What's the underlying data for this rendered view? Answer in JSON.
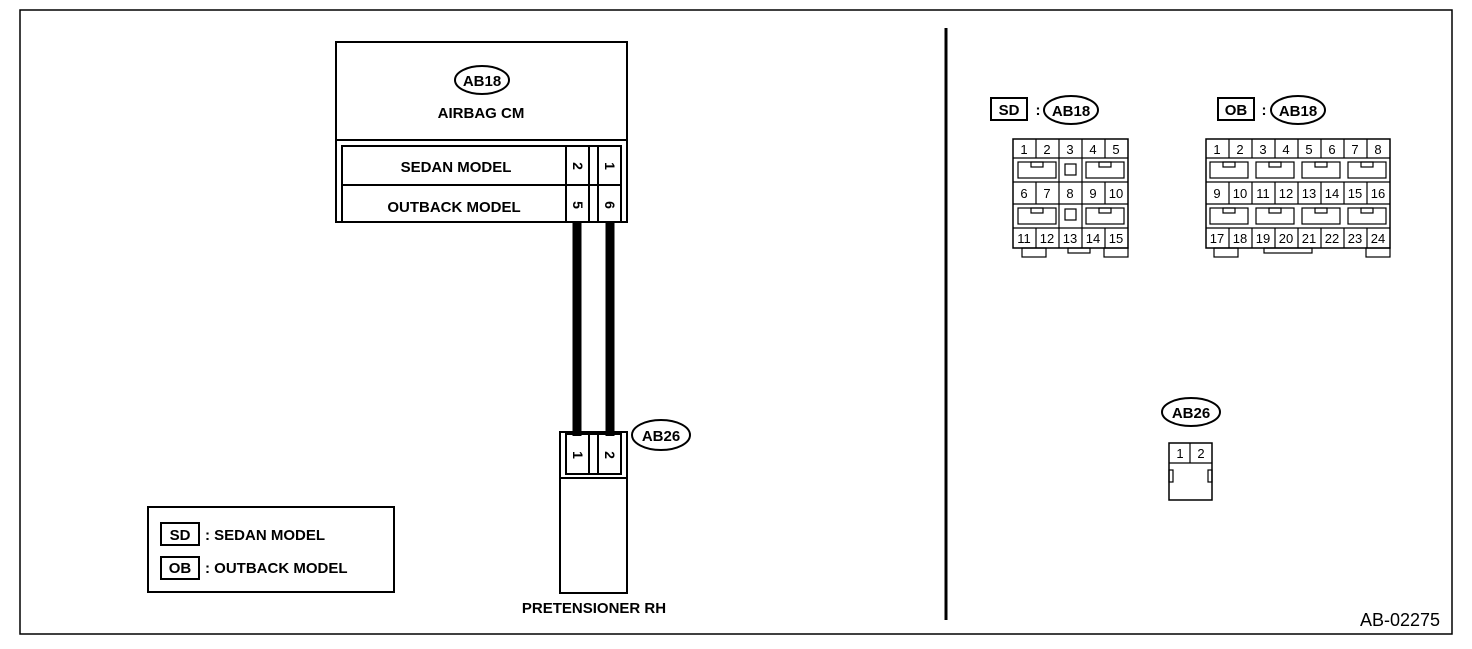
{
  "airbag_cm": {
    "connector": "AB18",
    "title": "AIRBAG CM",
    "rows": [
      {
        "label": "SEDAN MODEL",
        "pin_a": "2",
        "pin_b": "1"
      },
      {
        "label": "OUTBACK MODEL",
        "pin_a": "5",
        "pin_b": "6"
      }
    ]
  },
  "pretensioner": {
    "connector": "AB26",
    "pins": [
      "1",
      "2"
    ],
    "title": "PRETENSIONER RH"
  },
  "legend": {
    "items": [
      {
        "tag": "SD",
        "text": ": SEDAN MODEL"
      },
      {
        "tag": "OB",
        "text": ": OUTBACK MODEL"
      }
    ]
  },
  "connector_views": {
    "sd": {
      "tag": "SD",
      "sep": ":",
      "connector": "AB18",
      "rows": [
        [
          "1",
          "2",
          "3",
          "4",
          "5"
        ],
        [
          "6",
          "7",
          "8",
          "9",
          "10"
        ],
        [
          "11",
          "12",
          "13",
          "14",
          "15"
        ]
      ]
    },
    "ob": {
      "tag": "OB",
      "sep": ":",
      "connector": "AB18",
      "rows": [
        [
          "1",
          "2",
          "3",
          "4",
          "5",
          "6",
          "7",
          "8"
        ],
        [
          "9",
          "10",
          "11",
          "12",
          "13",
          "14",
          "15",
          "16"
        ],
        [
          "17",
          "18",
          "19",
          "20",
          "21",
          "22",
          "23",
          "24"
        ]
      ]
    },
    "ab26": {
      "connector": "AB26",
      "pins": [
        "1",
        "2"
      ]
    }
  },
  "figure_id": "AB-02275"
}
